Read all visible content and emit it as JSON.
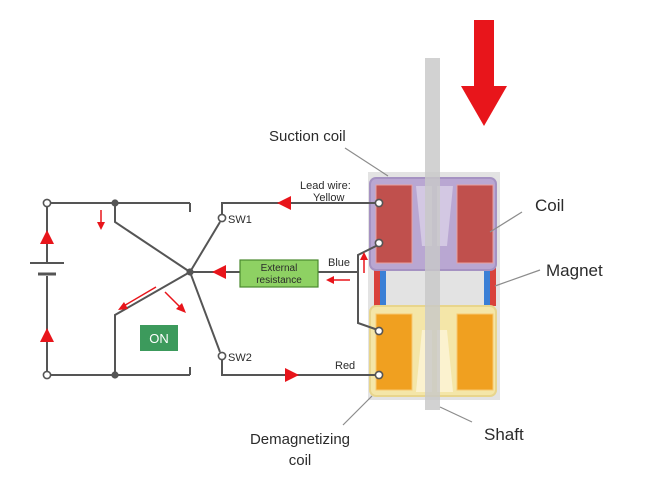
{
  "labels": {
    "suction_coil": "Suction coil",
    "coil": "Coil",
    "magnet": "Magnet",
    "shaft": "Shaft",
    "demagnetizing_coil_line1": "Demagnetizing",
    "demagnetizing_coil_line2": "coil",
    "lead_wire_line1": "Lead wire:",
    "lead_wire_line2": "Yellow",
    "blue": "Blue",
    "red": "Red",
    "sw1": "SW1",
    "sw2": "SW2",
    "external_resistance_line1": "External",
    "external_resistance_line2": "resistance",
    "on_badge": "ON"
  },
  "colors": {
    "arrow_red": "#e8151b",
    "suction_coil_fill": "#c0504d",
    "suction_housing": "#b9a7d2",
    "demag_coil_fill": "#f0a020",
    "demag_housing": "#f4e6a8",
    "magnet_red": "#d9423b",
    "magnet_blue": "#3a7fd6",
    "shaft_gray": "#c8c8c8",
    "resistor_green": "#8ed163",
    "on_green": "#3c9a5c"
  }
}
